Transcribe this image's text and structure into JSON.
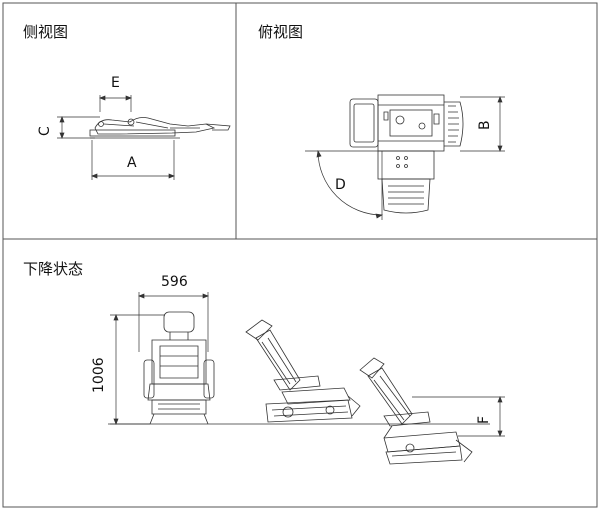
{
  "panels": {
    "side": {
      "title": "侧视图"
    },
    "top": {
      "title": "俯视图"
    },
    "lowered": {
      "title": "下降状态"
    }
  },
  "dimensions": {
    "a": "A",
    "b": "B",
    "c": "C",
    "d": "D",
    "e": "E",
    "f": "F",
    "width": "596",
    "height": "1006"
  }
}
